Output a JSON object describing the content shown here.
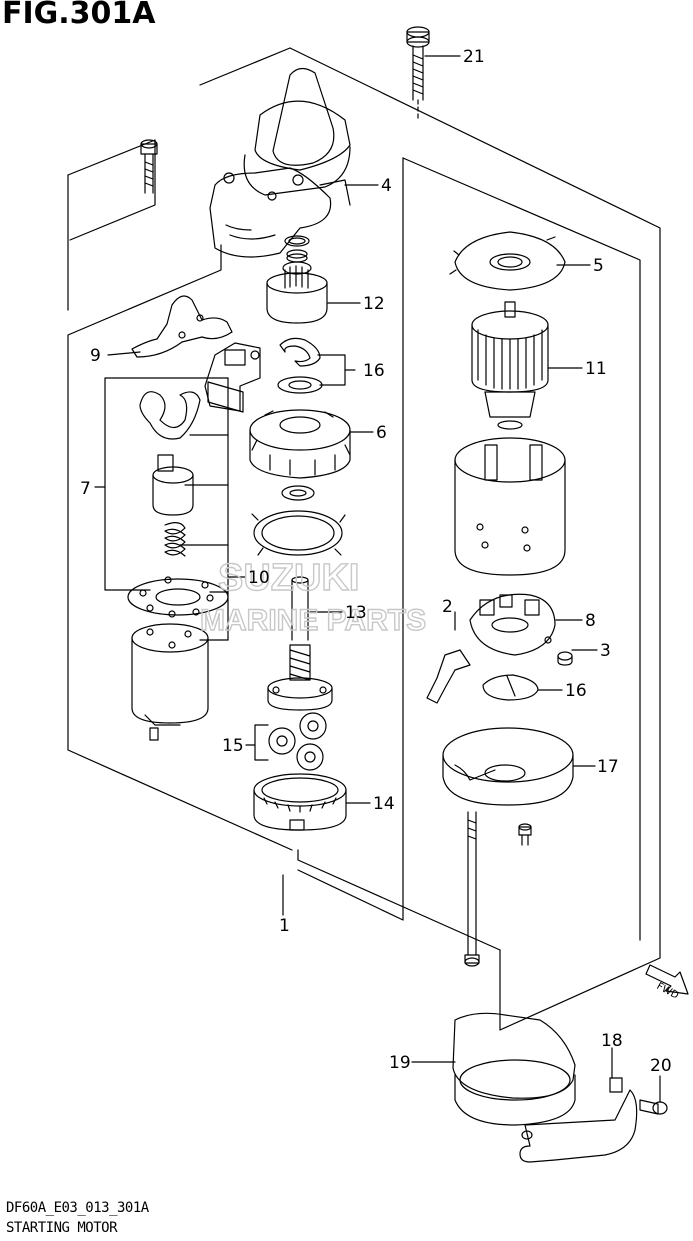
{
  "figure": {
    "title": "FIG.301A",
    "code": "DF60A_E03_013_301A",
    "name": "STARTING MOTOR"
  },
  "watermark": {
    "brand": "SUZUKI",
    "subtitle": "MARINE PARTS"
  },
  "direction_badge": "FWD",
  "callouts": [
    {
      "id": "1",
      "label": "1"
    },
    {
      "id": "2",
      "label": "2"
    },
    {
      "id": "3",
      "label": "3"
    },
    {
      "id": "4",
      "label": "4"
    },
    {
      "id": "5",
      "label": "5"
    },
    {
      "id": "6",
      "label": "6"
    },
    {
      "id": "7",
      "label": "7"
    },
    {
      "id": "8",
      "label": "8"
    },
    {
      "id": "9",
      "label": "9"
    },
    {
      "id": "10",
      "label": "10"
    },
    {
      "id": "11",
      "label": "11"
    },
    {
      "id": "12",
      "label": "12"
    },
    {
      "id": "13",
      "label": "13"
    },
    {
      "id": "14",
      "label": "14"
    },
    {
      "id": "15",
      "label": "15"
    },
    {
      "id": "16a",
      "label": "16"
    },
    {
      "id": "16b",
      "label": "16"
    },
    {
      "id": "17",
      "label": "17"
    },
    {
      "id": "18",
      "label": "18"
    },
    {
      "id": "19",
      "label": "19"
    },
    {
      "id": "20",
      "label": "20"
    },
    {
      "id": "21",
      "label": "21"
    }
  ],
  "colors": {
    "line": "#000000",
    "watermark": "#c8c8c8",
    "background": "#ffffff"
  }
}
